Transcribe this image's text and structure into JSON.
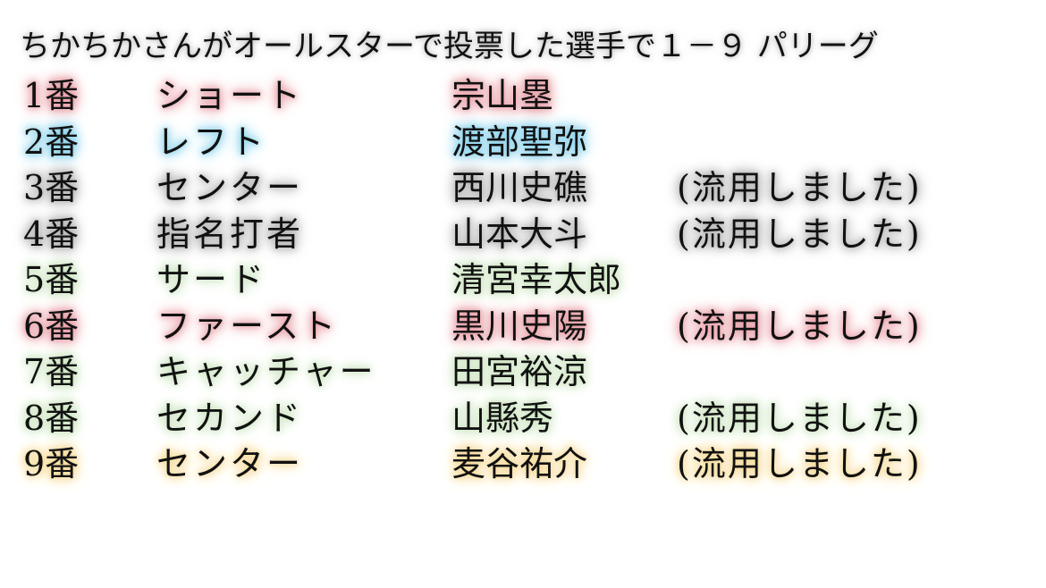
{
  "title": "ちかちかさんがオールスターで投票した選手で１－９ パリーグ",
  "glow_colors": {
    "red": "#e8a0a8",
    "blue": "#8fd4ec",
    "gray": "#b8b8b8",
    "green": "#cfe6c4",
    "yellow": "#f6dc9c"
  },
  "lineup": [
    {
      "order": "1番",
      "position": "ショート",
      "player": "宗山塁",
      "note": "",
      "glow": "red"
    },
    {
      "order": "2番",
      "position": "レフト",
      "player": "渡部聖弥",
      "note": "",
      "glow": "blue"
    },
    {
      "order": "3番",
      "position": "センター",
      "player": "西川史礁",
      "note": "(流用しました)",
      "glow": "gray"
    },
    {
      "order": "4番",
      "position": "指名打者",
      "player": "山本大斗",
      "note": "(流用しました)",
      "glow": "gray"
    },
    {
      "order": "5番",
      "position": "サード",
      "player": "清宮幸太郎",
      "note": "",
      "glow": "green"
    },
    {
      "order": "6番",
      "position": "ファースト",
      "player": "黒川史陽",
      "note": "(流用しました)",
      "glow": "red"
    },
    {
      "order": "7番",
      "position": "キャッチャー",
      "player": "田宮裕涼",
      "note": "",
      "glow": "green"
    },
    {
      "order": "8番",
      "position": "セカンド",
      "player": "山縣秀",
      "note": "(流用しました)",
      "glow": "green"
    },
    {
      "order": "9番",
      "position": "センター",
      "player": "麦谷祐介",
      "note": "(流用しました)",
      "glow": "yellow"
    }
  ]
}
